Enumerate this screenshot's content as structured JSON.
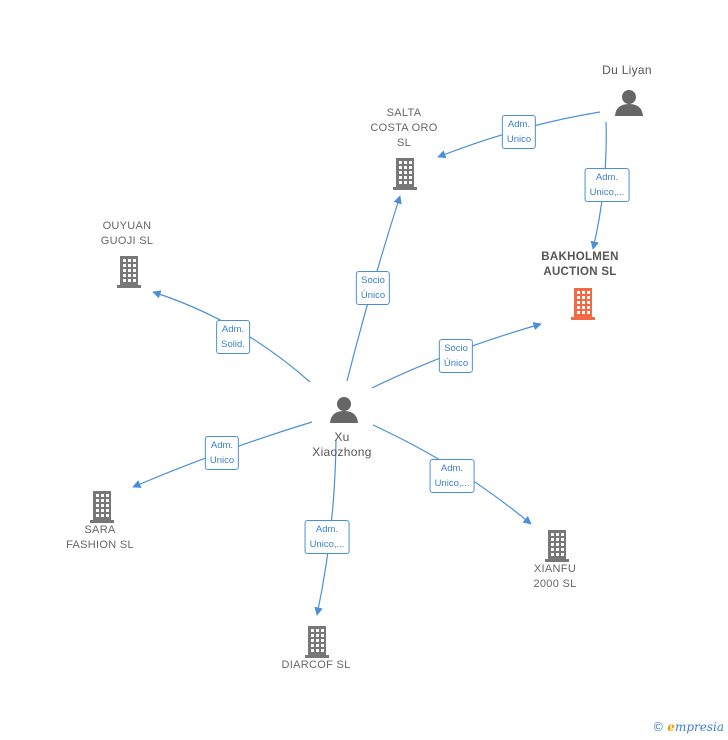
{
  "colors": {
    "edge": "#4a90d9",
    "company": "#777777",
    "focus_company": "#f26a43",
    "person": "#666666"
  },
  "nodes": [
    {
      "id": "du_liyan",
      "kind": "person",
      "label": [
        "Du Liyan"
      ]
    },
    {
      "id": "salta",
      "kind": "company",
      "label": [
        "SALTA",
        "COSTA ORO",
        "SL"
      ]
    },
    {
      "id": "bakholmen",
      "kind": "focus",
      "label": [
        "BAKHOLMEN",
        "AUCTION  SL"
      ]
    },
    {
      "id": "ouyuan",
      "kind": "company",
      "label": [
        "OUYUAN",
        "GUOJI  SL"
      ]
    },
    {
      "id": "xu",
      "kind": "person",
      "label": [
        "Xu",
        "Xiaozhong"
      ]
    },
    {
      "id": "sara",
      "kind": "company",
      "label": [
        "SARA",
        "FASHION SL"
      ]
    },
    {
      "id": "xianfu",
      "kind": "company",
      "label": [
        "XIANFU",
        "2000  SL"
      ]
    },
    {
      "id": "diarcof",
      "kind": "company",
      "label": [
        "DIARCOF SL"
      ]
    }
  ],
  "edges": [
    {
      "from": "du_liyan",
      "to": "salta",
      "label": [
        "Adm.",
        "Unico"
      ]
    },
    {
      "from": "du_liyan",
      "to": "bakholmen",
      "label": [
        "Adm.",
        "Unico,..."
      ]
    },
    {
      "from": "xu",
      "to": "salta",
      "label": [
        "Socio",
        "Único"
      ]
    },
    {
      "from": "xu",
      "to": "bakholmen",
      "label": [
        "Socio",
        "Único"
      ]
    },
    {
      "from": "xu",
      "to": "ouyuan",
      "label": [
        "Adm.",
        "Solid."
      ]
    },
    {
      "from": "xu",
      "to": "sara",
      "label": [
        "Adm.",
        "Unico"
      ]
    },
    {
      "from": "xu",
      "to": "xianfu",
      "label": [
        "Adm.",
        "Unico,..."
      ]
    },
    {
      "from": "xu",
      "to": "diarcof",
      "label": [
        "Adm.",
        "Unico,..."
      ]
    }
  ],
  "brand": {
    "symbol": "©",
    "initial": "e",
    "rest": "mpresia"
  }
}
